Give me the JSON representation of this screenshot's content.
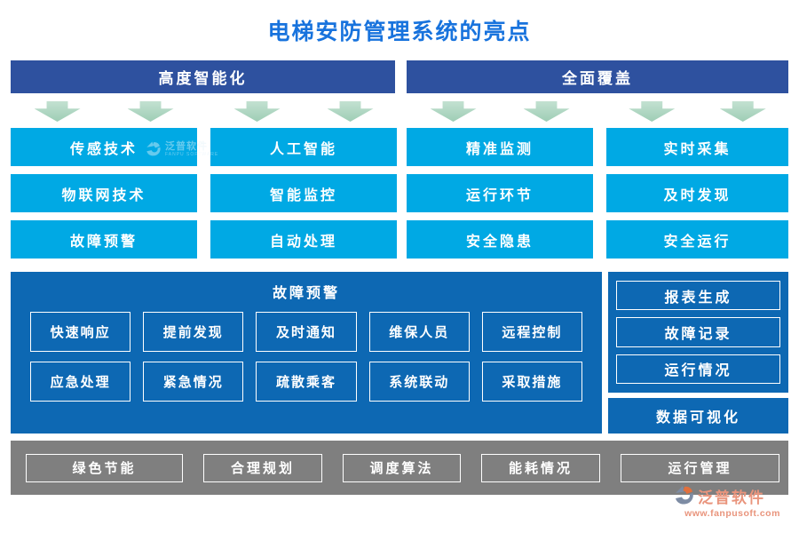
{
  "title": "电梯安防管理系统的亮点",
  "headers": {
    "left": "高度智能化",
    "right": "全面覆盖"
  },
  "feature_grid": {
    "rows": [
      [
        "传感技术",
        "人工智能",
        "精准监测",
        "实时采集"
      ],
      [
        "物联网技术",
        "智能监控",
        "运行环节",
        "及时发现"
      ],
      [
        "故障预警",
        "自动处理",
        "安全隐患",
        "安全运行"
      ]
    ]
  },
  "fault_panel": {
    "title": "故障预警",
    "rows": [
      [
        "快速响应",
        "提前发现",
        "及时通知",
        "维保人员",
        "远程控制"
      ],
      [
        "应急处理",
        "紧急情况",
        "疏散乘客",
        "系统联动",
        "采取措施"
      ]
    ]
  },
  "report_panel": {
    "items": [
      "报表生成",
      "故障记录",
      "运行情况"
    ],
    "footer": "数据可视化"
  },
  "bottom_bar": {
    "items": [
      "绿色节能",
      "合理规划",
      "调度算法",
      "能耗情况",
      "运行管理"
    ]
  },
  "branding": {
    "name": "泛普软件",
    "url": "www.fanpusoft.com"
  },
  "watermark": {
    "name": "泛普软件",
    "sub": "FANPU SOFTWARE"
  },
  "colors": {
    "title_blue": "#1873dd",
    "header_navy": "#2e519f",
    "button_cyan": "#00a9e4",
    "panel_blue": "#0d68b3",
    "bar_gray": "#7f7f7f",
    "arrow_green": "#a9d4be",
    "brand_salmon": "#e9947c",
    "brand_orange": "#e2703d",
    "icon_grayblue": "#7d8ca4"
  }
}
